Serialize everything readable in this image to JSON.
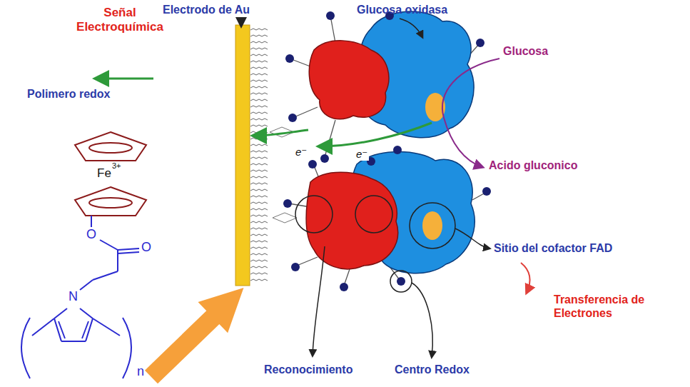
{
  "diagram": {
    "labels": [
      "Señal Electroquímica",
      "Electrodo de Au",
      "Glucosa oxidasa",
      "Glucosa",
      "Polimero redox",
      "Fe",
      "3+",
      "e⁻",
      "e⁻",
      "Acido gluconico",
      "O",
      "O",
      "N",
      "n",
      "Sitio del cofactor FAD",
      "Transferencia de Electrones",
      "Reconocimiento",
      "Centro Redox"
    ]
  }
}
